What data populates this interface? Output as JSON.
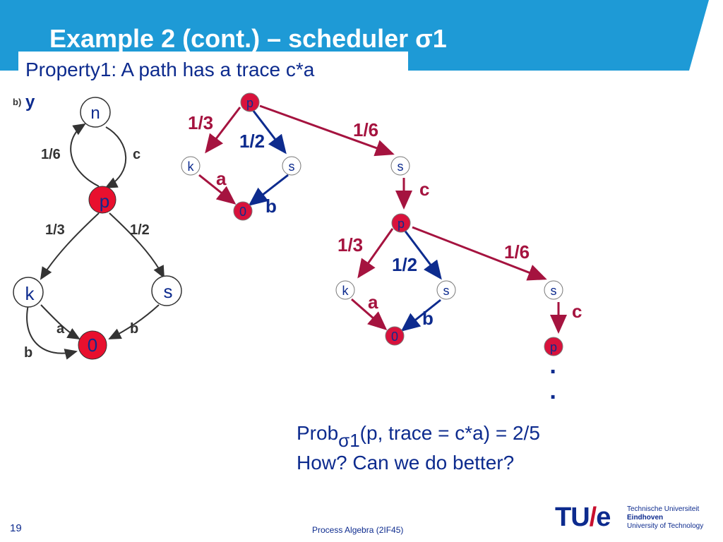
{
  "slide": {
    "title": "Example 2 (cont.) – scheduler σ1",
    "property": "Property1: A path has a trace c*a",
    "prob_prefix": "Prob",
    "prob_sub": "σ1",
    "prob_suffix": "(p, trace = c*a) = 2/5",
    "how": "How? Can we do better?",
    "page_number": "19",
    "footer": "Process Algebra (2IF45)"
  },
  "left_graph": {
    "figure_label": "b)",
    "stray_char": "y",
    "nodes": {
      "n": "n",
      "p": "p",
      "k": "k",
      "s": "s",
      "zero": "0"
    },
    "edge_labels": {
      "n_p": "1/6",
      "p_n": "c",
      "p_k": "1/3",
      "p_s": "1/2",
      "k_0": "a",
      "s_0": "b",
      "k_loop": "b"
    }
  },
  "tree": {
    "level1": {
      "nodes": {
        "root": "p",
        "k": "k",
        "s_mid": "s",
        "s_right": "s",
        "zero": "0"
      },
      "edge_labels": {
        "to_k": "1/3",
        "to_s_mid": "1/2",
        "to_s_right": "1/6",
        "k_0": "a",
        "s_0": "b",
        "s_c": "c"
      }
    },
    "level2": {
      "nodes": {
        "root": "p",
        "k": "k",
        "s_mid": "s",
        "s_right": "s",
        "zero": "0",
        "p_next": "p"
      },
      "edge_labels": {
        "to_k": "1/3",
        "to_s_mid": "1/2",
        "to_s_right": "1/6",
        "k_0": "a",
        "s_0": "b",
        "s_c": "c"
      }
    },
    "ellipsis": [
      "·",
      "·"
    ]
  },
  "logo": {
    "mark_left": "TU",
    "mark_slash": "/",
    "mark_right": "e",
    "line1": "Technische Universiteit",
    "line2": "Eindhoven",
    "line3": "University of Technology"
  },
  "colors": {
    "banner": "#1e9ad6",
    "node_fill_red": "#d8123c",
    "edge_red": "#a5133f",
    "edge_blue": "#0d2b8e",
    "text_blue": "#0d2b8e"
  }
}
